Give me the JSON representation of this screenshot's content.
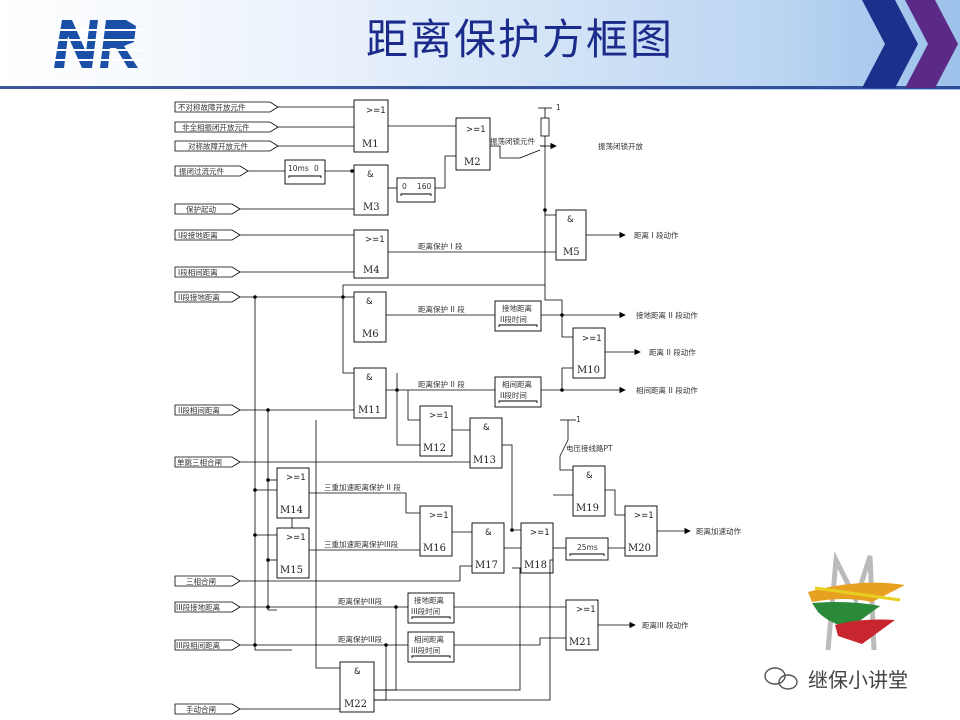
{
  "title": "距离保护方框图",
  "logo_text": "NR",
  "watermark": "继保小讲堂",
  "inputs": {
    "i1": "不对称故障开放元件",
    "i2": "非全相振闭开放元件",
    "i3": "对称故障开放元件",
    "i4": "振闭过流元件",
    "i5": "保护起动",
    "i6": "I段接地距离",
    "i7": "I段相间距离",
    "i8": "II段接地距离",
    "i9": "II段相间距离",
    "i10": "单跳三相合闸",
    "i11": "三相合闸",
    "i12": "III段接地距离",
    "i13": "III段相间距离",
    "i14": "手动合闸"
  },
  "gates": {
    "M1": {
      "name": "M1",
      "op": ">=1"
    },
    "M2": {
      "name": "M2",
      "op": ">=1"
    },
    "M3": {
      "name": "M3",
      "op": "&"
    },
    "M4": {
      "name": "M4",
      "op": ">=1"
    },
    "M5": {
      "name": "M5",
      "op": "&"
    },
    "M6": {
      "name": "M6",
      "op": "&"
    },
    "M10": {
      "name": "M10",
      "op": ">=1"
    },
    "M11": {
      "name": "M11",
      "op": "&"
    },
    "M12": {
      "name": "M12",
      "op": ">=1"
    },
    "M13": {
      "name": "M13",
      "op": "&"
    },
    "M14": {
      "name": "M14",
      "op": ">=1"
    },
    "M15": {
      "name": "M15",
      "op": ">=1"
    },
    "M16": {
      "name": "M16",
      "op": ">=1"
    },
    "M17": {
      "name": "M17",
      "op": "&"
    },
    "M18": {
      "name": "M18",
      "op": ">=1"
    },
    "M19": {
      "name": "M19",
      "op": "&"
    },
    "M20": {
      "name": "M20",
      "op": ">=1"
    },
    "M21": {
      "name": "M21",
      "op": ">=1"
    },
    "M22": {
      "name": "M22",
      "op": "&"
    }
  },
  "timers": {
    "t1": [
      "10ms",
      "0"
    ],
    "t2": [
      "0",
      "160"
    ],
    "t3": [
      "接地距离",
      "II段时间"
    ],
    "t4": [
      "相间距离",
      "II段时间"
    ],
    "t5": "25ms",
    "t6": [
      "接地距离",
      "III段时间"
    ],
    "t7": [
      "相间距离",
      "III段时间"
    ]
  },
  "labels": {
    "l_vol": "振荡闭锁元件",
    "l_d1": "距离保护 I 段",
    "l_d2a": "距离保护 II 段",
    "l_d2b": "距离保护 II 段",
    "l_acc2": "三重加速距离保护 II 段",
    "l_acc3": "三重加速距离保护III段",
    "l_d3a": "距离保护III段",
    "l_d3b": "距离保护III段",
    "l_pt": "电压接线路PT",
    "one_a": "1",
    "one_b": "1"
  },
  "outputs": {
    "o1": "振荡闭锁开放",
    "o2": "距离 I 段动作",
    "o3": "接地距离 II 段动作",
    "o4": "距离 II 段动作",
    "o5": "相间距离 II 段动作",
    "o6": "距离加速动作",
    "o7": "距离III 段动作"
  }
}
